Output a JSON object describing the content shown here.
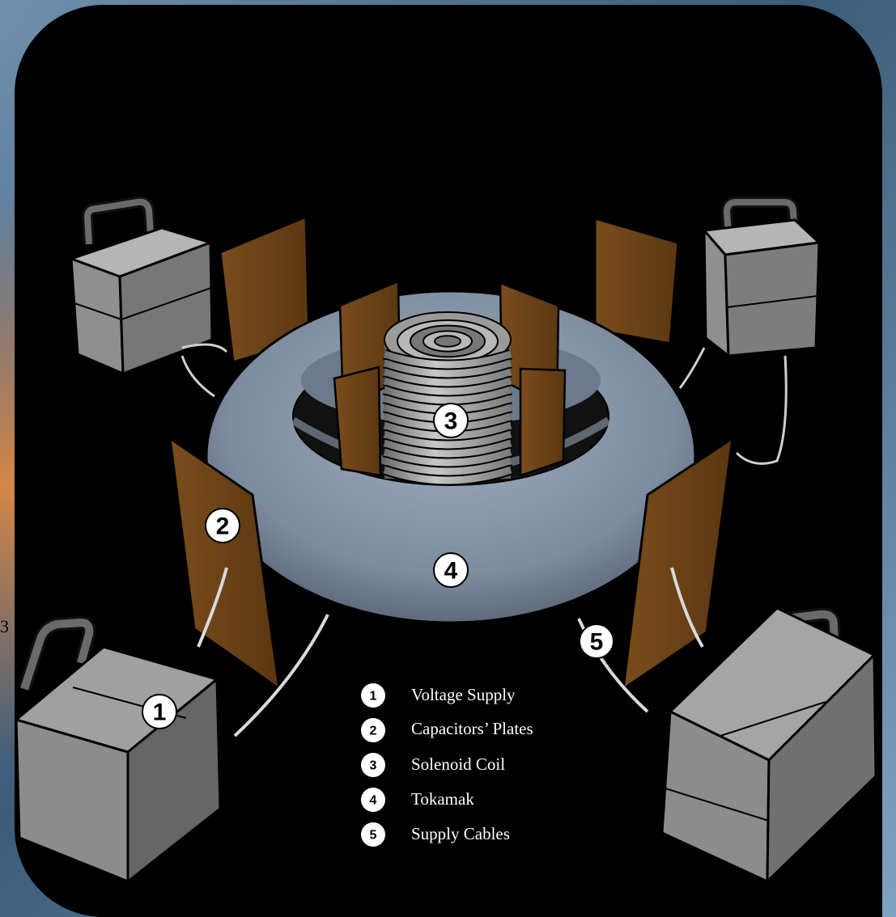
{
  "colors": {
    "background": "#000000",
    "torus": "#8593a6",
    "plate": "#6e4518",
    "box": "#8a8a8a",
    "coil": "#a8a8a8"
  },
  "side_fragment": "3",
  "markers": {
    "m1": "1",
    "m2": "2",
    "m3": "3",
    "m4": "4",
    "m5": "5"
  },
  "legend": [
    {
      "num": "1",
      "label": "Voltage Supply"
    },
    {
      "num": "2",
      "label": "Capacitors’ Plates"
    },
    {
      "num": "3",
      "label": "Solenoid Coil"
    },
    {
      "num": "4",
      "label": "Tokamak"
    },
    {
      "num": "5",
      "label": "Supply Cables"
    }
  ]
}
